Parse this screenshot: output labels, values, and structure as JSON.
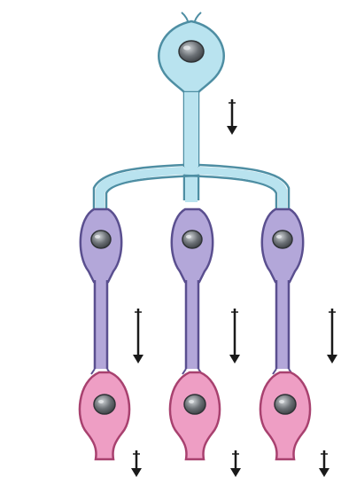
{
  "diagram": {
    "levels": [
      {
        "role": "presynaptic neuron",
        "count": 1,
        "color": "#b9e3ef",
        "outline": "#4e8ea3"
      },
      {
        "role": "divergent neurons",
        "count": 3,
        "color": "#b3a7d9",
        "outline": "#5a4f8f"
      },
      {
        "role": "target neurons",
        "count": 3,
        "color": "#ee9ec4",
        "outline": "#a8416f"
      }
    ],
    "pattern": "divergence",
    "nucleus_color": "#5b6066",
    "arrow_color": "#1a1a1a",
    "arrow_count": 7
  }
}
